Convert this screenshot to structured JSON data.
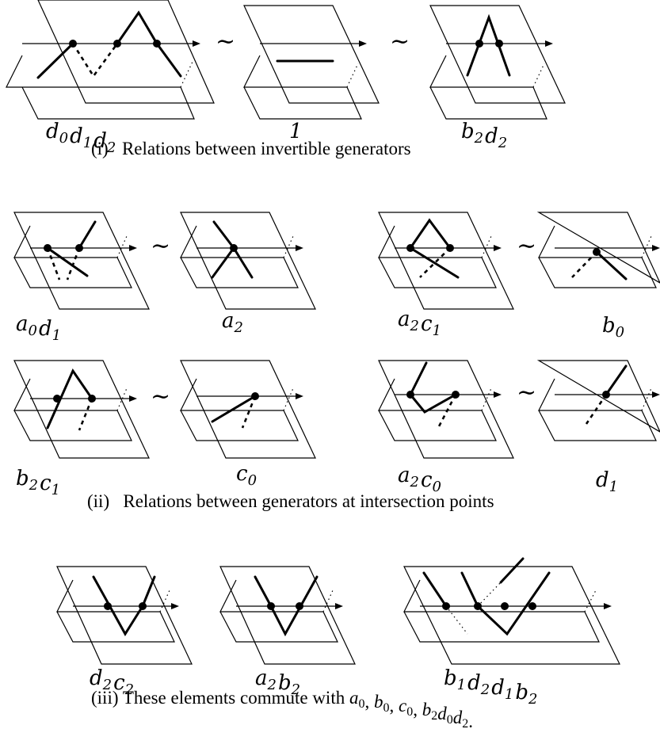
{
  "section_i": {
    "caption": "(i)   Relations between invertible generators",
    "labels": [
      {
        "base": [
          "d",
          "d",
          "d"
        ],
        "subs": [
          "0",
          "1",
          "2"
        ]
      },
      {
        "base": [
          "1"
        ],
        "subs": [
          ""
        ]
      },
      {
        "base": [
          "b",
          "d"
        ],
        "subs": [
          "2",
          "2"
        ]
      }
    ],
    "relation_symbol": "~"
  },
  "section_ii": {
    "caption": "(ii)   Relations between generators at intersection points",
    "labels": [
      {
        "base": [
          "a",
          "d"
        ],
        "subs": [
          "0",
          "1"
        ]
      },
      {
        "base": [
          "a"
        ],
        "subs": [
          "2"
        ]
      },
      {
        "base": [
          "a",
          "c"
        ],
        "subs": [
          "2",
          "1"
        ]
      },
      {
        "base": [
          "b"
        ],
        "subs": [
          "0"
        ]
      },
      {
        "base": [
          "b",
          "c"
        ],
        "subs": [
          "2",
          "1"
        ]
      },
      {
        "base": [
          "c"
        ],
        "subs": [
          "0"
        ]
      },
      {
        "base": [
          "a",
          "c"
        ],
        "subs": [
          "2",
          "0"
        ]
      },
      {
        "base": [
          "d"
        ],
        "subs": [
          "1"
        ]
      }
    ],
    "relation_symbol": "~"
  },
  "section_iii": {
    "caption_prefix": "(iii)   These elements commute with ",
    "commute_with": [
      {
        "base": [
          "a"
        ],
        "subs": [
          "0"
        ]
      },
      {
        "base": [
          "b"
        ],
        "subs": [
          "0"
        ]
      },
      {
        "base": [
          "c"
        ],
        "subs": [
          "0"
        ]
      },
      {
        "base": [
          "b",
          "d",
          "d"
        ],
        "subs": [
          "2",
          "0",
          "2"
        ]
      }
    ],
    "labels": [
      {
        "base": [
          "d",
          "c"
        ],
        "subs": [
          "2",
          "2"
        ]
      },
      {
        "base": [
          "a",
          "b"
        ],
        "subs": [
          "2",
          "2"
        ]
      },
      {
        "base": [
          "b",
          "d",
          "d",
          "b"
        ],
        "subs": [
          "1",
          "2",
          "1",
          "2"
        ]
      }
    ]
  }
}
